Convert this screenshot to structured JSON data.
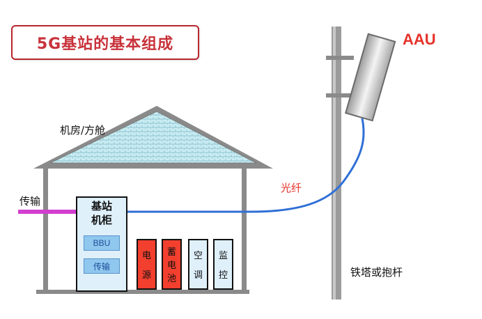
{
  "title": "5G基站的基本组成",
  "labels": {
    "room": "机房/方舱",
    "transmission": "传输",
    "fiber": "光纤",
    "aau": "AAU",
    "tower": "铁塔或抱杆"
  },
  "cabinet": {
    "title_line1": "基站",
    "title_line2": "机柜",
    "units": [
      "BBU",
      "传输"
    ]
  },
  "equipment": [
    {
      "line1": "电",
      "line2": "源",
      "color": "red"
    },
    {
      "line1": "蓄",
      "line2": "电",
      "line3": "池",
      "color": "red"
    },
    {
      "line1": "空",
      "line2": "调",
      "color": "blue"
    },
    {
      "line1": "监",
      "line2": "控",
      "color": "blue"
    }
  ],
  "colors": {
    "title_red": "#c8323a",
    "aau_red": "#e5332a",
    "fiber_blue": "#2f6fd6",
    "transmission_line": "#d23fd0",
    "cabinet_fill": "#dff0fb",
    "roof_fill": "#bfe6ef"
  }
}
